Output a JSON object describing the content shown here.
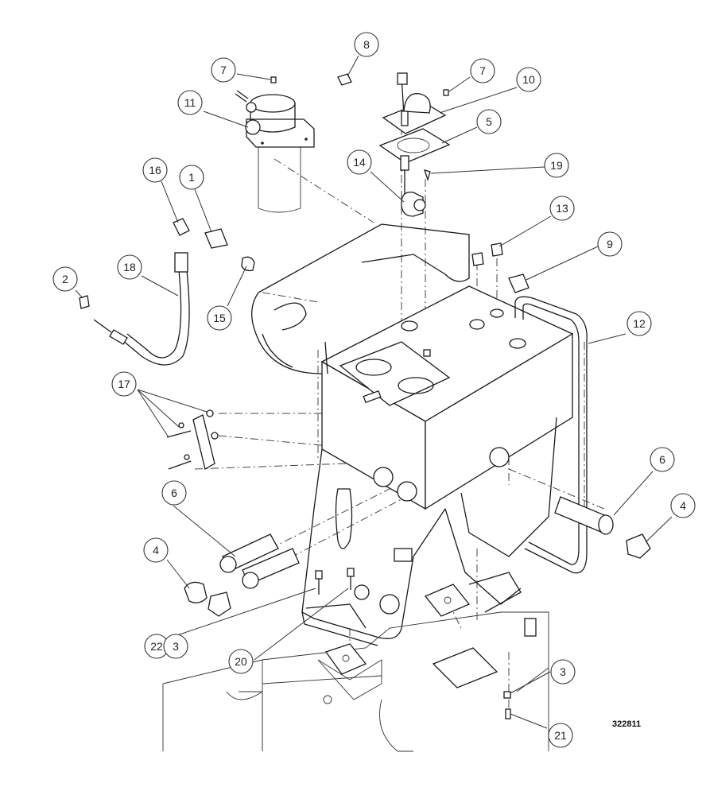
{
  "drawing_number": "322811",
  "callouts": [
    "7",
    "8",
    "7",
    "10",
    "11",
    "5",
    "16",
    "1",
    "14",
    "19",
    "13",
    "9",
    "2",
    "18",
    "15",
    "12",
    "17",
    "6",
    "4",
    "6",
    "4",
    "22",
    "3",
    "20",
    "3",
    "21"
  ],
  "line_color": "#1a1a1a",
  "background": "#ffffff"
}
